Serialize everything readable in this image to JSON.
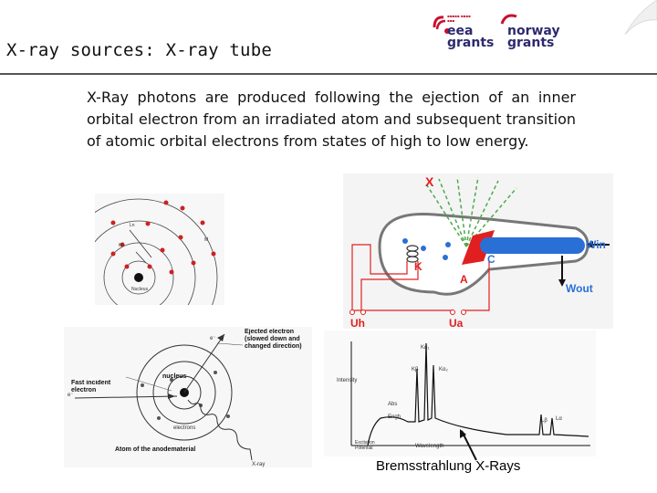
{
  "slide": {
    "title": "X-ray sources: X-ray tube",
    "body": "X-Ray photons are produced following the ejection of an inner orbital electron from an irradiated atom and subsequent transition of atomic orbital electrons from states of high to low energy."
  },
  "logos": {
    "eea": {
      "name": "eea grants",
      "line1": "eea",
      "line2": "grants"
    },
    "norway": {
      "name": "norway grants",
      "line1": "norway",
      "line2": "grants"
    }
  },
  "tube_figure": {
    "x": "X",
    "win": "Win",
    "k": "K",
    "c": "C",
    "a": "A",
    "wout": "Wout",
    "uh": "Uh",
    "ua": "Ua"
  },
  "atom_figure": {
    "nucleus": "Nucleus",
    "k": "Kn",
    "l": "Ln",
    "m": "M"
  },
  "anode_figure": {
    "ejected": "Ejected electron (slowed down and changed direction)",
    "nucleus": "nucleus",
    "fast": "Fast incident electron",
    "electrons": "electrons",
    "atom": "Atom of the anodematerial",
    "xray": "X-ray",
    "e_left": "e⁻",
    "e_top": "e⁻"
  },
  "spectrum_figure": {
    "intensity": "Intensity",
    "ka1": "Kα₁",
    "kb": "Kβ",
    "ka2": "Kα₂",
    "abs": "Abs",
    "engh": "Engh",
    "lb": "Lβ",
    "la": "Lα",
    "excitation": "Excitation Potential",
    "wavelength": "Wavelength"
  },
  "caption": "Bremsstrahlung X-Rays",
  "colors": {
    "red": "#e02020",
    "blue": "#2a6fd6",
    "logo_navy": "#2c2a6e",
    "logo_red": "#c8102e"
  }
}
